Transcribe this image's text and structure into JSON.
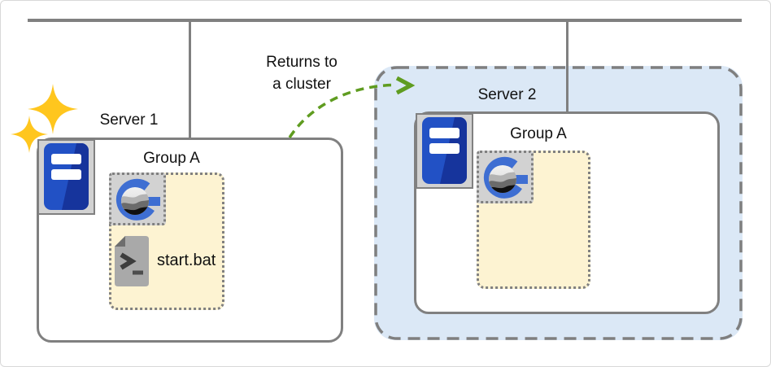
{
  "diagram_title": "server group returns to a cluster",
  "server1": {
    "label": "Server 1",
    "group_label": "Group A",
    "file_label": "start.bat"
  },
  "server2": {
    "label": "Server 2",
    "group_label": "Group A"
  },
  "arrow": {
    "line1": "Returns to",
    "line2": "a cluster"
  },
  "icons": {
    "sparkle": "sparkle-icon",
    "server": "server-icon",
    "glassfish": "glassfish-icon",
    "batch_file": "batch-file-icon",
    "arrow_head": "arrowhead-icon"
  },
  "colors": {
    "line_gray": "#808080",
    "cluster_fill": "#dbe8f6",
    "group_fill": "#fdf3d2",
    "tile_gray": "#d2d2d2",
    "server_blue": "#2251c5",
    "server_blue_dark": "#16349c",
    "glassfish_blue": "#3e6ed2",
    "sparkle_gold": "#ffc61e",
    "arrow_green": "#5f9c20",
    "text": "#111111"
  }
}
